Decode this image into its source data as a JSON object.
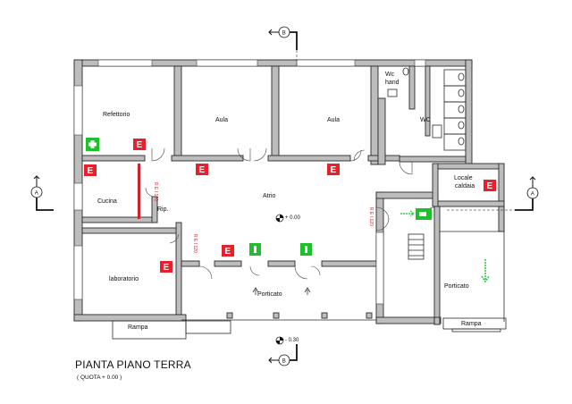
{
  "drawing": {
    "title": "PIANTA PIANO TERRA",
    "subtitle": "( QUOTA + 0.00 )"
  },
  "rooms": {
    "refettorio": "Refettorio",
    "aula_1": "Aula",
    "aula_2": "Aula",
    "wc_hand": "Wc\nhand",
    "wc_hand_line1": "Wc",
    "wc_hand_line2": "hand",
    "wc": "WC",
    "locale_caldaia_line1": "Locale",
    "locale_caldaia_line2": "caldaia",
    "cucina": "Cucina",
    "rip": "Rip.",
    "atrio": "Atrio",
    "laboratorio": "laboratorio",
    "porticato_1": "Porticato",
    "porticato_2": "Porticato",
    "rampa_1": "Rampa",
    "rampa_2": "Rampa"
  },
  "levels": {
    "atrio_level": "+ 0.00",
    "outside_level": "- 0.30"
  },
  "section_marks": {
    "b_top": "B",
    "b_bottom": "B",
    "a_left": "A",
    "a_right": "A"
  },
  "fire_rating": {
    "label": "R E I 120"
  },
  "signs": {
    "extinguisher_letter": "E",
    "colors": {
      "extinguisher": "#e8202b",
      "emergency_exit": "#1fbe2b",
      "first_aid": "#1fbe2b"
    }
  }
}
